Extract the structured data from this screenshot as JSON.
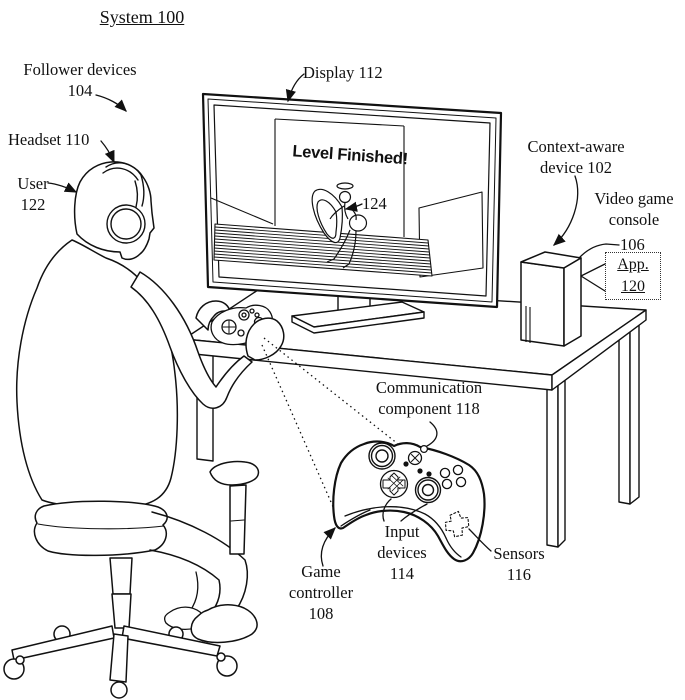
{
  "title": "System 100",
  "colors": {
    "ink": "#111111",
    "paper": "#ffffff"
  },
  "labels": {
    "follower_devices": [
      "Follower devices",
      "104"
    ],
    "headset": "Headset 110",
    "user": [
      "User",
      "122"
    ],
    "display": "Display 112",
    "character_ref": "124",
    "context_aware_device": [
      "Context-aware",
      "device 102"
    ],
    "video_game_console": [
      "Video game",
      "console"
    ],
    "console_ref": "106",
    "app": [
      "App.",
      "120"
    ],
    "communication_component": [
      "Communication",
      "component 118"
    ],
    "input_devices": [
      "Input",
      "devices",
      "114"
    ],
    "sensors": [
      "Sensors",
      "116"
    ],
    "game_controller": [
      "Game",
      "controller",
      "108"
    ]
  },
  "screen": {
    "message": "Level Finished!"
  }
}
